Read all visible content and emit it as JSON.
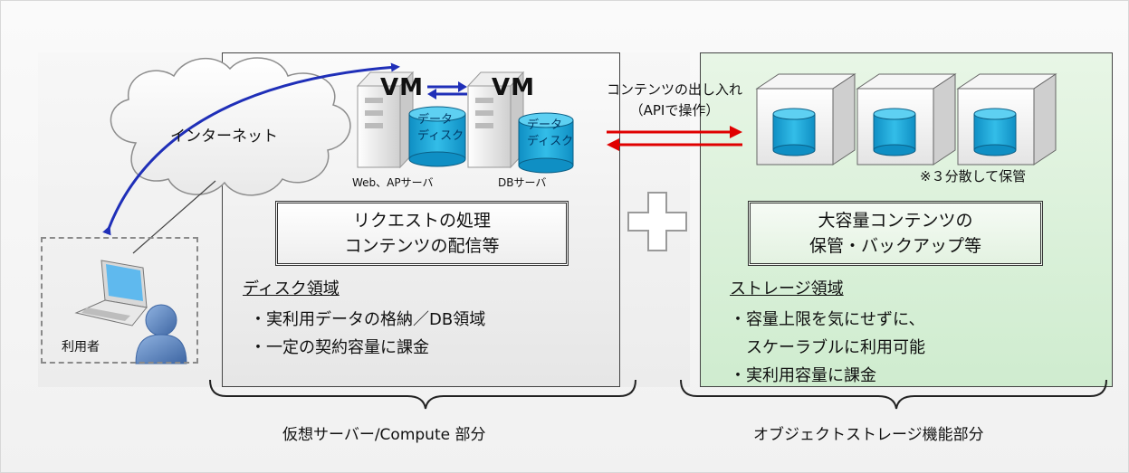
{
  "internet_label": "インターネット",
  "user_label": "利用者",
  "compute": {
    "vm1_label": "VM",
    "vm2_label": "VM",
    "disk1_lines": [
      "データ",
      "ディスク"
    ],
    "disk2_lines": [
      "データ",
      "ディスク"
    ],
    "web_server_caption": "Web、APサーバ",
    "db_server_caption": "DBサーバ",
    "function_line1": "リクエストの処理",
    "function_line2": "コンテンツの配信等",
    "area_heading": "ディスク領域",
    "bullets": [
      "・実利用データの格納／DB領域",
      "・一定の契約容量に課金"
    ],
    "section_label": "仮想サーバー/Compute 部分"
  },
  "transfer": {
    "line1": "コンテンツの出し入れ",
    "line2": "（APIで操作）"
  },
  "storage": {
    "distribution_note": "※３分散して保管",
    "function_line1": "大容量コンテンツの",
    "function_line2": "保管・バックアップ等",
    "area_heading": "ストレージ領域",
    "bullets": [
      "・容量上限を気にせずに、",
      "スケーラブルに利用可能",
      "・実利用容量に課金"
    ],
    "section_label": "オブジェクトストレージ機能部分"
  },
  "colors": {
    "cylinder": "#1aa3d6",
    "arrow_blue": "#1f2fb8",
    "arrow_red": "#e00000",
    "storage_bg": "#d4efd2",
    "person": "#4f79b6"
  }
}
